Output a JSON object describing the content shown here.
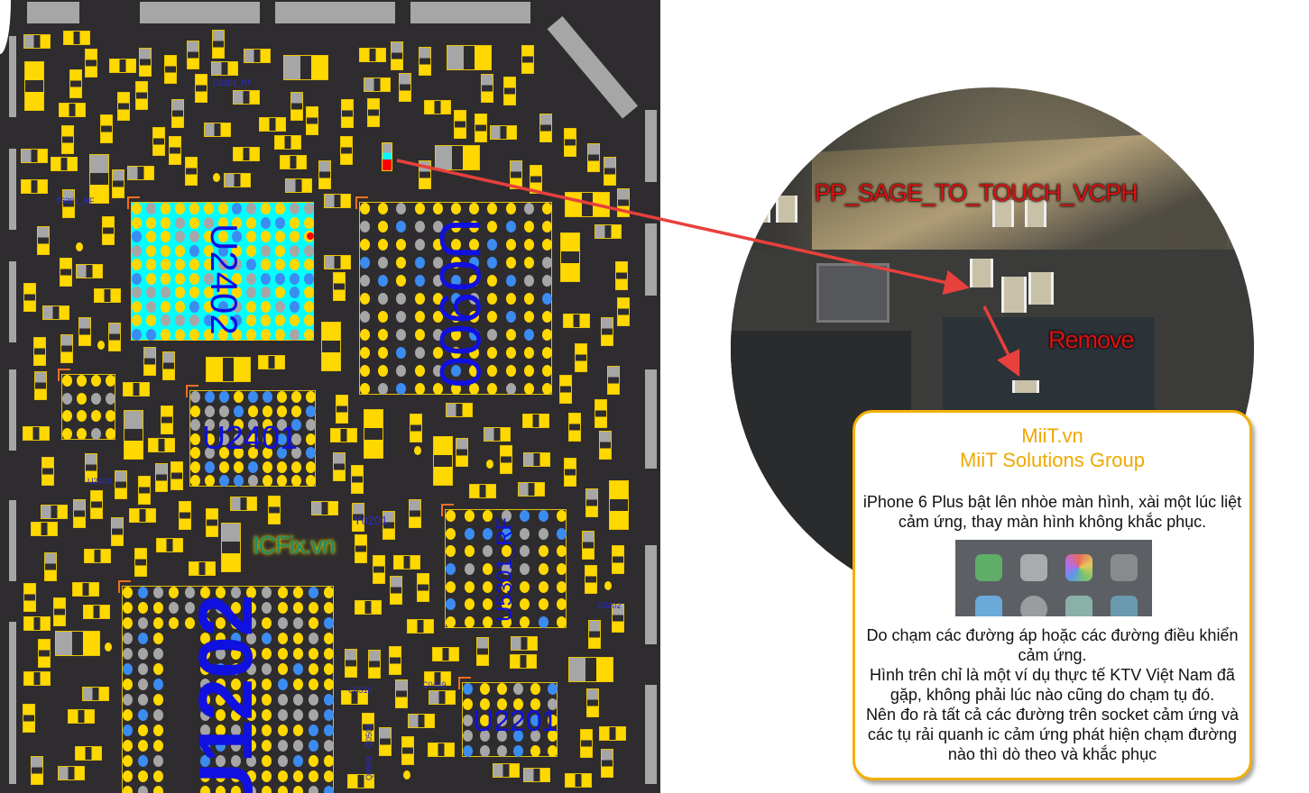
{
  "pcb": {
    "chips": {
      "u2402": "U2402",
      "u0900": "U0900",
      "u2401": "U2401",
      "u5301": "U5301_RF",
      "u1202": "U1202",
      "u2201": "U2201"
    },
    "small_labels": {
      "c5201": "C5201_RF",
      "t6301": "T6301_RF",
      "u2403": "U2403",
      "y0201": "Y0201",
      "c0402": "C0402",
      "c0510": "C0510",
      "c0449": "C0449",
      "q0503": "Q0503",
      "q0504": "Q0504"
    },
    "watermark": "ICFix.vn"
  },
  "photo": {
    "net_label": "PP_SAGE_TO_TOUCH_VCPH",
    "action_label": "Remove"
  },
  "infobox": {
    "brand_site": "MiiT.vn",
    "brand_name": "MiiT Solutions Group",
    "symptom": "iPhone 6 Plus bật lên nhòe màn hình, xài một lúc liệt cảm ứng, thay màn hình không khắc phục.",
    "cause": "Do chạm các đường áp hoặc các đường điều khiển cảm ứng.",
    "note": "Hình trên chỉ là một ví dụ thực tế KTV Việt Nam đã gặp, không phải lúc nào cũng do chạm tụ đó.",
    "advice": "Nên đo rà tất cả các đường trên socket cảm ứng và các tụ rải quanh ic cảm ứng phát hiện chạm đường nào thì dò theo và khắc phục"
  },
  "colors": {
    "pcb_bg": "#2f2c30",
    "pad_yellow": "#ffd800",
    "pad_gray": "#a6a6a6",
    "ball_blue": "#3b8cf0",
    "highlight_cyan": "#00ffff",
    "arrow_red": "#e8403c",
    "box_border": "#f3b000"
  }
}
